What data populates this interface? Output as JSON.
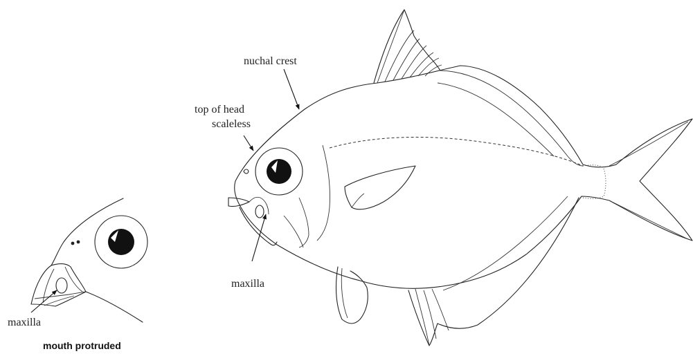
{
  "labels": {
    "nuchal_crest": "nuchal crest",
    "top_of_head_line1": "top of head",
    "top_of_head_line2": "scaleless",
    "maxilla_main": "maxilla",
    "maxilla_inset": "maxilla",
    "inset_caption": "mouth protruded"
  },
  "colors": {
    "ink": "#222222",
    "background": "#ffffff"
  }
}
